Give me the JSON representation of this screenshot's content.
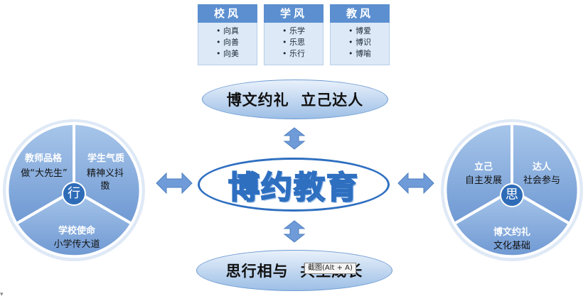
{
  "mottos": [
    {
      "title": "校风",
      "items": [
        "向真",
        "向善",
        "向美"
      ]
    },
    {
      "title": "学风",
      "items": [
        "乐学",
        "乐思",
        "乐行"
      ]
    },
    {
      "title": "教风",
      "items": [
        "博爱",
        "博识",
        "博喻"
      ]
    }
  ],
  "top_ellipse_text": "博文约礼  立己达人",
  "center_text": "博约教育",
  "bottom_ellipse_text": "思行相与  共生成长",
  "left_cycle": {
    "hub": "行",
    "segments": [
      {
        "label": "教师品格",
        "text": "做“大先生”"
      },
      {
        "label": "学生气质",
        "text": "精神义抖擞"
      },
      {
        "label": "学校使命",
        "text": "小学传大道"
      }
    ]
  },
  "right_cycle": {
    "hub": "思",
    "segments": [
      {
        "label": "立己",
        "text": "自主发展"
      },
      {
        "label": "达人",
        "text": "社会参与"
      },
      {
        "label": "博文约礼",
        "text": "文化基础"
      }
    ]
  },
  "tooltip": "截图(Alt + A)",
  "colors": {
    "accent": "#2e6fc0",
    "header_blue": "#5b8fd0",
    "cycle_blue": "#7aa3d9"
  }
}
